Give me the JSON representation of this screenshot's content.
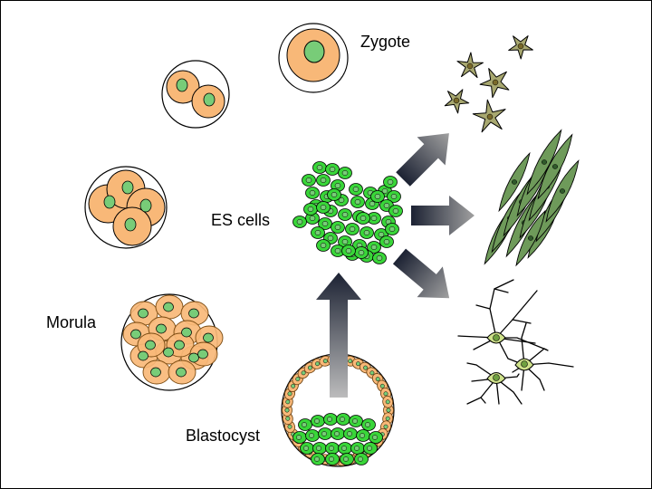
{
  "labels": {
    "zygote": "Zygote",
    "es_cells": "ES cells",
    "morula": "Morula",
    "blastocyst": "Blastocyst"
  },
  "colors": {
    "cell_orange": "#f8b878",
    "cell_green": "#39d639",
    "nucleus_green": "#78cc78",
    "muscle_green": "#6e9a5a",
    "neuron_green": "#cfe28a",
    "misc_olive": "#a8a870",
    "arrow_dark": "#1c2233",
    "arrow_light": "#b4b4b4"
  },
  "icons": {
    "zygote": "zygote-icon",
    "two_cell": "two-cell-embryo-icon",
    "four_cell": "four-cell-embryo-icon",
    "morula": "morula-icon",
    "blastocyst": "blastocyst-icon",
    "es_cells": "es-cell-cluster-icon",
    "stellate_cells": "stellate-cells-icon",
    "muscle_cells": "spindle-muscle-cells-icon",
    "neurons": "neuron-cells-icon"
  }
}
